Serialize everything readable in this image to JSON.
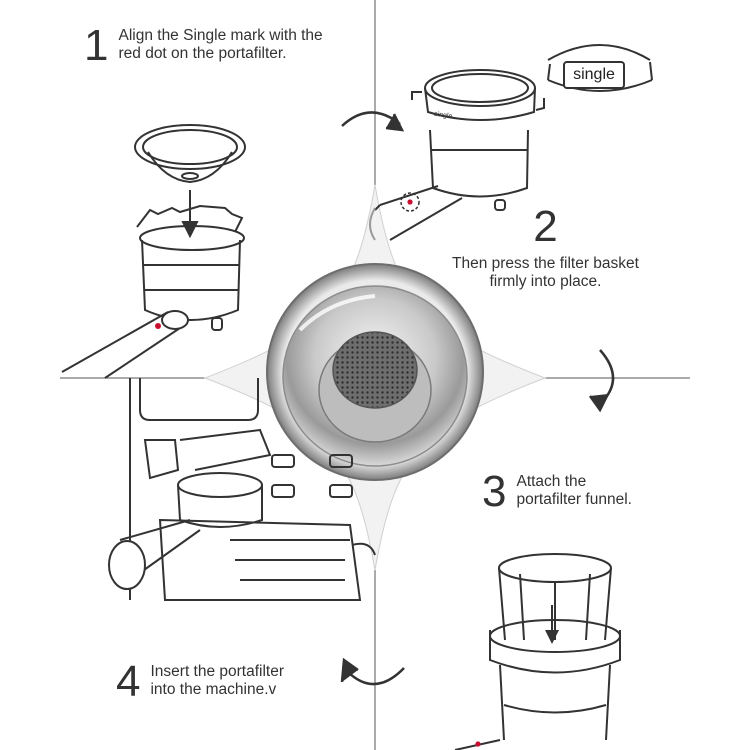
{
  "steps": [
    {
      "number": "1",
      "lines": [
        "Align the Single mark with the",
        "red dot on the portafilter."
      ]
    },
    {
      "number": "2",
      "lines": [
        "Then press the filter basket",
        "firmly into place."
      ]
    },
    {
      "number": "3",
      "lines": [
        "Attach the",
        "portafilter funnel."
      ]
    },
    {
      "number": "4",
      "lines": [
        "Insert the portafilter",
        "into the machine.v"
      ]
    }
  ],
  "labels": {
    "single_callout": "single",
    "single_mark": "single"
  },
  "colors": {
    "line": "#333333",
    "accent_red": "#c8102e",
    "steel_light": "#e8e8e8",
    "steel_dark": "#8a8a8a"
  },
  "icons": [
    "curved-arrow-icon",
    "down-arrow-icon",
    "red-dot-icon"
  ]
}
